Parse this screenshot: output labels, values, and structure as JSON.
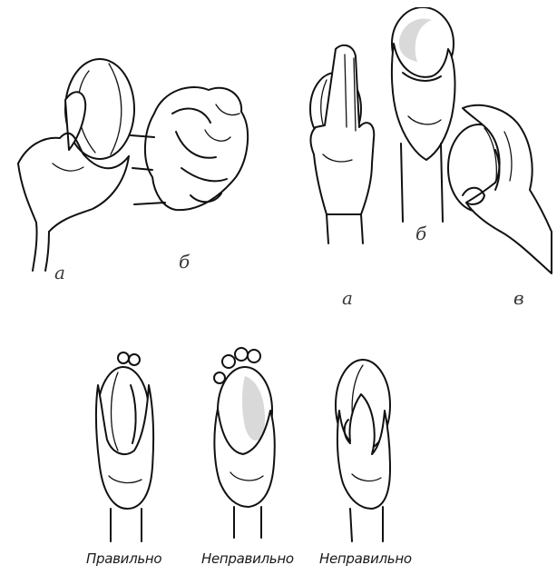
{
  "figures": {
    "top_left": {
      "label_a": "а",
      "label_b": "б"
    },
    "top_right": {
      "label_a": "а",
      "label_b": "б",
      "label_v": "в"
    },
    "bottom": {
      "caption_1": "Правильно",
      "caption_2": "Неправильно",
      "caption_3": "Неправильно"
    }
  },
  "colors": {
    "ink": "#111111",
    "background": "#ffffff"
  }
}
